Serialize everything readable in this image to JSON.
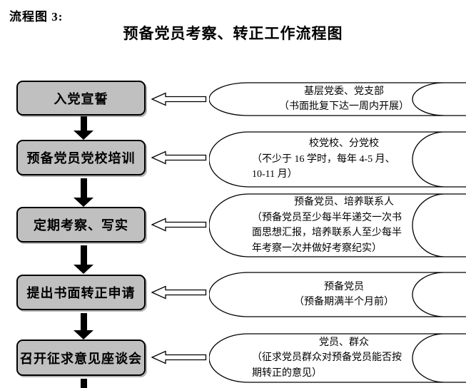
{
  "page": {
    "figure_label": "流程图 3:",
    "title": "预备党员考察、转正工作流程图"
  },
  "colors": {
    "step_box_fill": "#c0c0c0",
    "outline": "#000000",
    "shadow": "#b3b3b3",
    "hollow_arrow_fill": "#ffffff"
  },
  "rows": [
    {
      "step": "入党宣誓",
      "note_lines": [
        "基层党委、党支部",
        "（书面批复下达一周内开展）"
      ]
    },
    {
      "step": "预备党员党校培训",
      "note_lines": [
        "校党校、分党校",
        "（不少于 16 学时，每年 4-5 月、",
        "10-11 月）"
      ]
    },
    {
      "step": "定期考察、写实",
      "note_lines": [
        "预备党员、培养联系人",
        "（预备党员至少每半年递交一次书",
        "面思想汇报，培养联系人至少每半",
        "年考察一次并做好考察纪实）"
      ]
    },
    {
      "step": "提出书面转正申请",
      "note_lines": [
        "预备党员",
        "（预备期满半个月前）"
      ]
    },
    {
      "step": "召开征求意见座谈会",
      "note_lines": [
        "党员、群众",
        "（征求党员群众对预备党员能否按",
        "期转正的意见）"
      ]
    }
  ]
}
